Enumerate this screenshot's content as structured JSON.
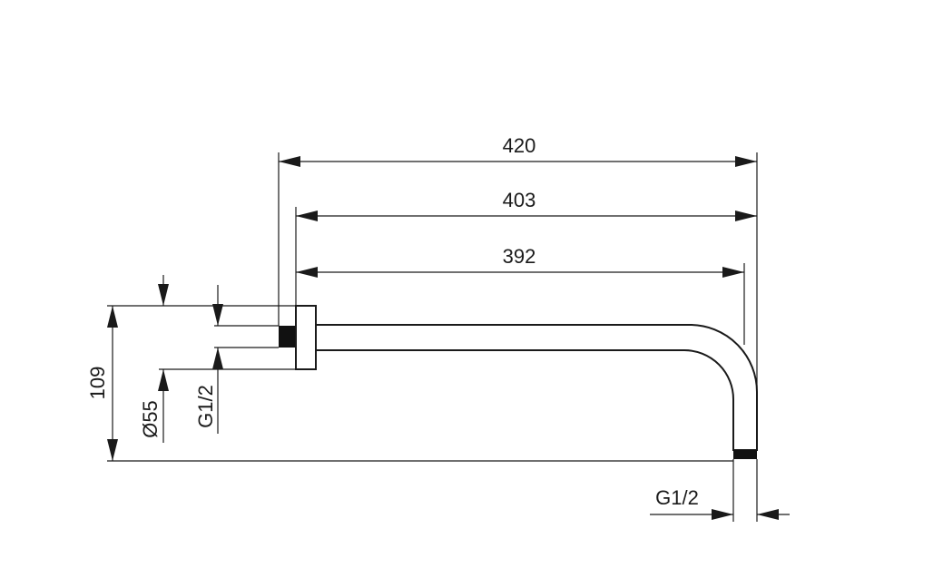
{
  "dimensions": {
    "overall_length": "420",
    "arm_length_from_flange": "403",
    "arm_length_to_bend": "392",
    "height": "109",
    "flange_diameter": "Ø55",
    "wall_thread": "G1/2",
    "outlet_thread": "G1/2"
  }
}
